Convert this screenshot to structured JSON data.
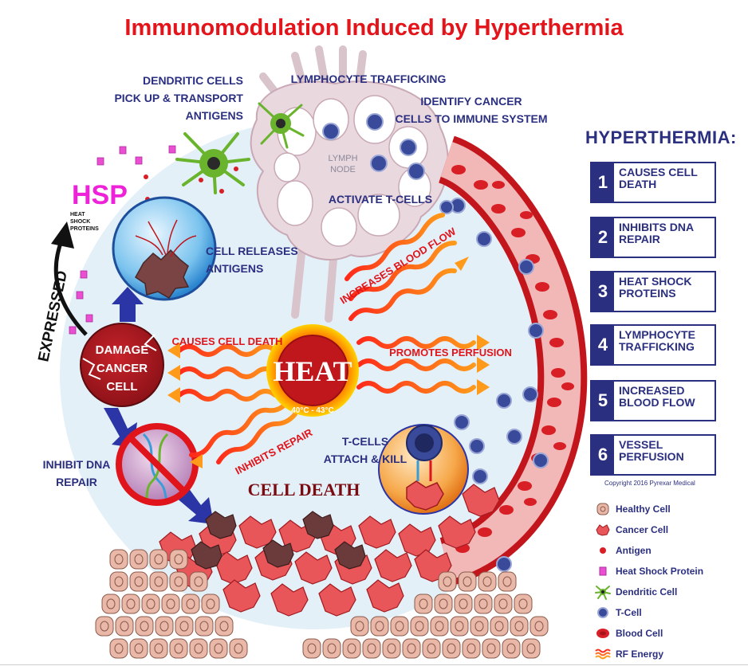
{
  "title": "Immunomodulation Induced by Hyperthermia",
  "labels": {
    "dendritic_line1": "DENDRITIC CELLS",
    "dendritic_line2": "PICK UP & TRANSPORT",
    "dendritic_line3": "ANTIGENS",
    "lymph_traffic": "LYMPHOCYTE TRAFFICKING",
    "identify_line1": "IDENTIFY CANCER",
    "identify_line2": "CELLS TO IMMUNE SYSTEM",
    "lymph_node_line1": "LYMPH",
    "lymph_node_line2": "NODE",
    "activate": "ACTIVATE T-CELLS",
    "hsp": "HSP",
    "hsp_sub1": "HEAT",
    "hsp_sub2": "SHOCK",
    "hsp_sub3": "PROTEINS",
    "releases_line1": "CELL RELEASES",
    "releases_line2": "ANTIGENS",
    "expressed": "EXPRESSED",
    "damage_line1": "DAMAGE",
    "damage_line2": "CANCER",
    "damage_line3": "CELL",
    "causes_death": "CAUSES CELL DEATH",
    "increases_flow": "INCREASES BLOOD FLOW",
    "promotes": "PROMOTES PERFUSION",
    "inhibits_repair": "INHIBITS REPAIR",
    "heat": "HEAT",
    "temp": "40°C - 43°C",
    "tcells_line1": "T-CELLS",
    "tcells_line2": "ATTACH & KILL",
    "inhibit_dna_line1": "INHIBIT DNA",
    "inhibit_dna_line2": "REPAIR",
    "cell_death": "CELL DEATH"
  },
  "panel": {
    "title": "HYPERTHERMIA:",
    "items": [
      {
        "num": "1",
        "label": "CAUSES CELL DEATH"
      },
      {
        "num": "2",
        "label": "INHIBITS DNA REPAIR"
      },
      {
        "num": "3",
        "label": "HEAT SHOCK PROTEINS"
      },
      {
        "num": "4",
        "label": "LYMPHOCYTE TRAFFICKING"
      },
      {
        "num": "5",
        "label": "INCREASED BLOOD FLOW"
      },
      {
        "num": "6",
        "label": "VESSEL PERFUSION"
      }
    ],
    "copyright": "Copyright 2016 Pyrexar Medical"
  },
  "legend": [
    {
      "icon": "healthy-cell-icon",
      "label": "Healthy Cell"
    },
    {
      "icon": "cancer-cell-icon",
      "label": "Cancer Cell"
    },
    {
      "icon": "antigen-icon",
      "label": "Antigen"
    },
    {
      "icon": "heat-shock-protein-icon",
      "label": "Heat Shock Protein"
    },
    {
      "icon": "dendritic-cell-icon",
      "label": "Dendritic Cell"
    },
    {
      "icon": "t-cell-icon",
      "label": "T-Cell"
    },
    {
      "icon": "blood-cell-icon",
      "label": "Blood Cell"
    },
    {
      "icon": "rf-energy-icon",
      "label": "RF Energy"
    }
  ],
  "colors": {
    "title": "#e4141b",
    "navy": "#2b2f80",
    "blood": "#d91f26",
    "cancer": "#e8565a",
    "cancer_dark": "#6b3b3b",
    "healthy": "#e9b8a8",
    "hsp": "#e94fd0",
    "heat": "#ff8a00",
    "background_circle": "#e4f0f8",
    "lymph": "#e8d6dd"
  }
}
